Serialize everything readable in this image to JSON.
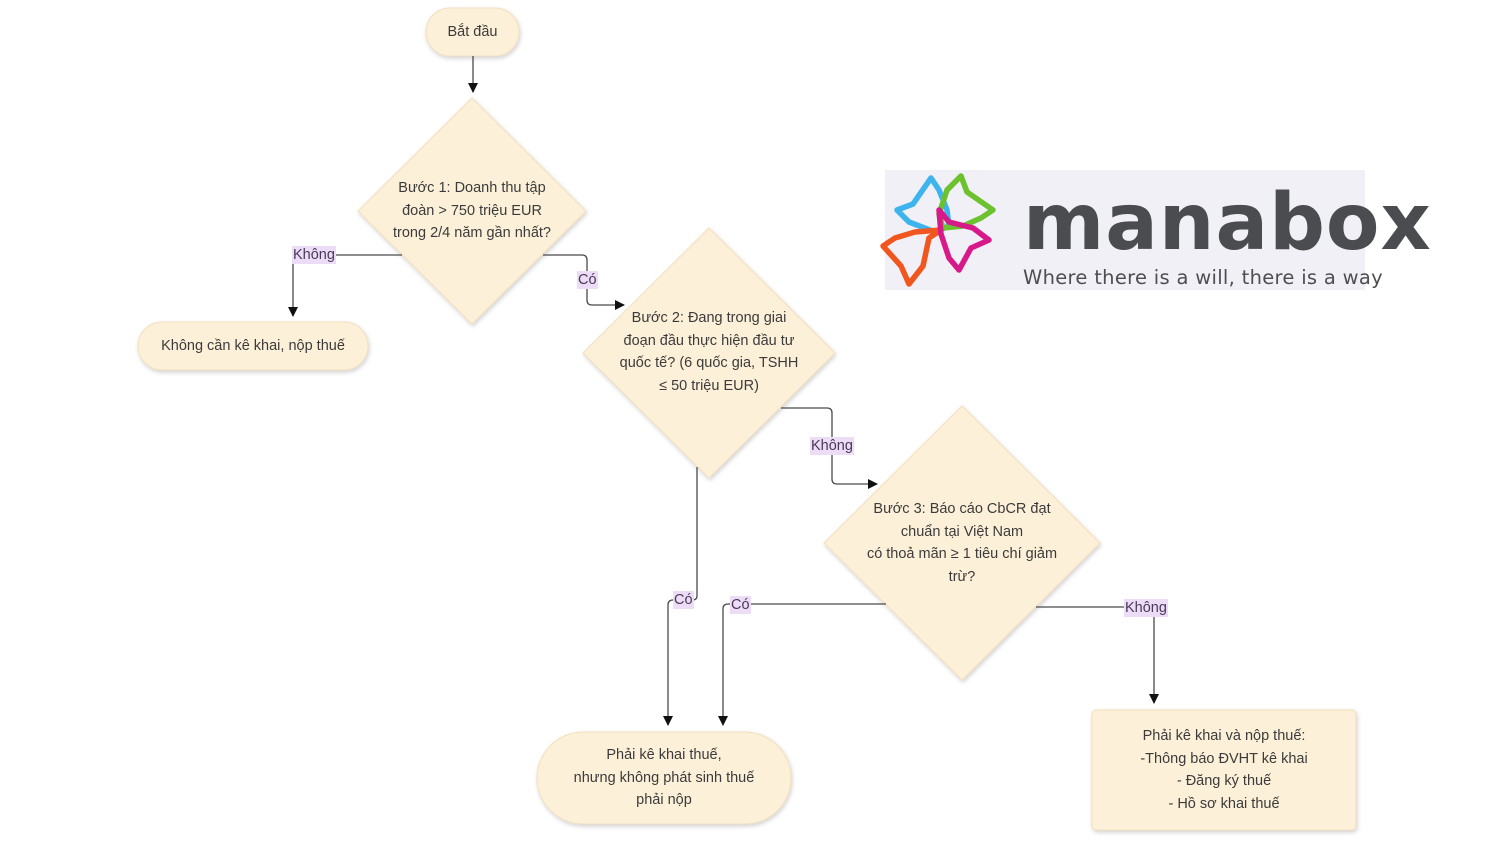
{
  "diagram": {
    "nodes": {
      "start": {
        "label": "Bắt đầu",
        "shape": "terminator"
      },
      "step1": {
        "label": "Bước 1: Doanh thu tập\nđoàn > 750 triệu EUR\ntrong 2/4 năm gần nhất?",
        "shape": "decision"
      },
      "no_tax": {
        "label": "Không cần kê khai, nộp thuế",
        "shape": "terminator"
      },
      "step2": {
        "label": "Bước 2: Đang trong giai\nđoạn đầu thực hiện đầu tư\nquốc tế? (6 quốc gia, TSHH\n≤ 50 triệu EUR)",
        "shape": "decision"
      },
      "step3": {
        "label": "Bước 3: Báo cáo CbCR đạt\nchuẩn tại Việt Nam\ncó thoả mãn ≥ 1 tiêu chí giảm\ntrừ?",
        "shape": "decision"
      },
      "declare_no_pay": {
        "label": "Phải kê khai thuế,\nnhưng không phát sinh thuế\nphải nộp",
        "shape": "terminator"
      },
      "declare_pay": {
        "label": "Phải kê khai và nộp thuế:\n-Thông báo ĐVHT kê khai\n- Đăng ký thuế\n- Hồ sơ khai thuế",
        "shape": "process"
      }
    },
    "edges": [
      {
        "from": "start",
        "to": "step1",
        "label": ""
      },
      {
        "from": "step1",
        "to": "no_tax",
        "label": "Không"
      },
      {
        "from": "step1",
        "to": "step2",
        "label": "Có"
      },
      {
        "from": "step2",
        "to": "step3",
        "label": "Không"
      },
      {
        "from": "step2",
        "to": "declare_no_pay",
        "label": "Có"
      },
      {
        "from": "step3",
        "to": "declare_no_pay",
        "label": "Có"
      },
      {
        "from": "step3",
        "to": "declare_pay",
        "label": "Không"
      }
    ],
    "colors": {
      "node_fill": "#fdf0d9",
      "node_stroke": "#f2dfbe",
      "edge": "#4a4a4a",
      "label_bg": "#ecdcf6"
    }
  },
  "logo": {
    "wordmark": "manabox",
    "tagline": "Where there is a will, there is a way",
    "colors": {
      "blue": "#3db4ee",
      "green": "#6cc12e",
      "orange": "#f0561e",
      "magenta": "#d8198a",
      "text": "#4a4c50"
    }
  }
}
